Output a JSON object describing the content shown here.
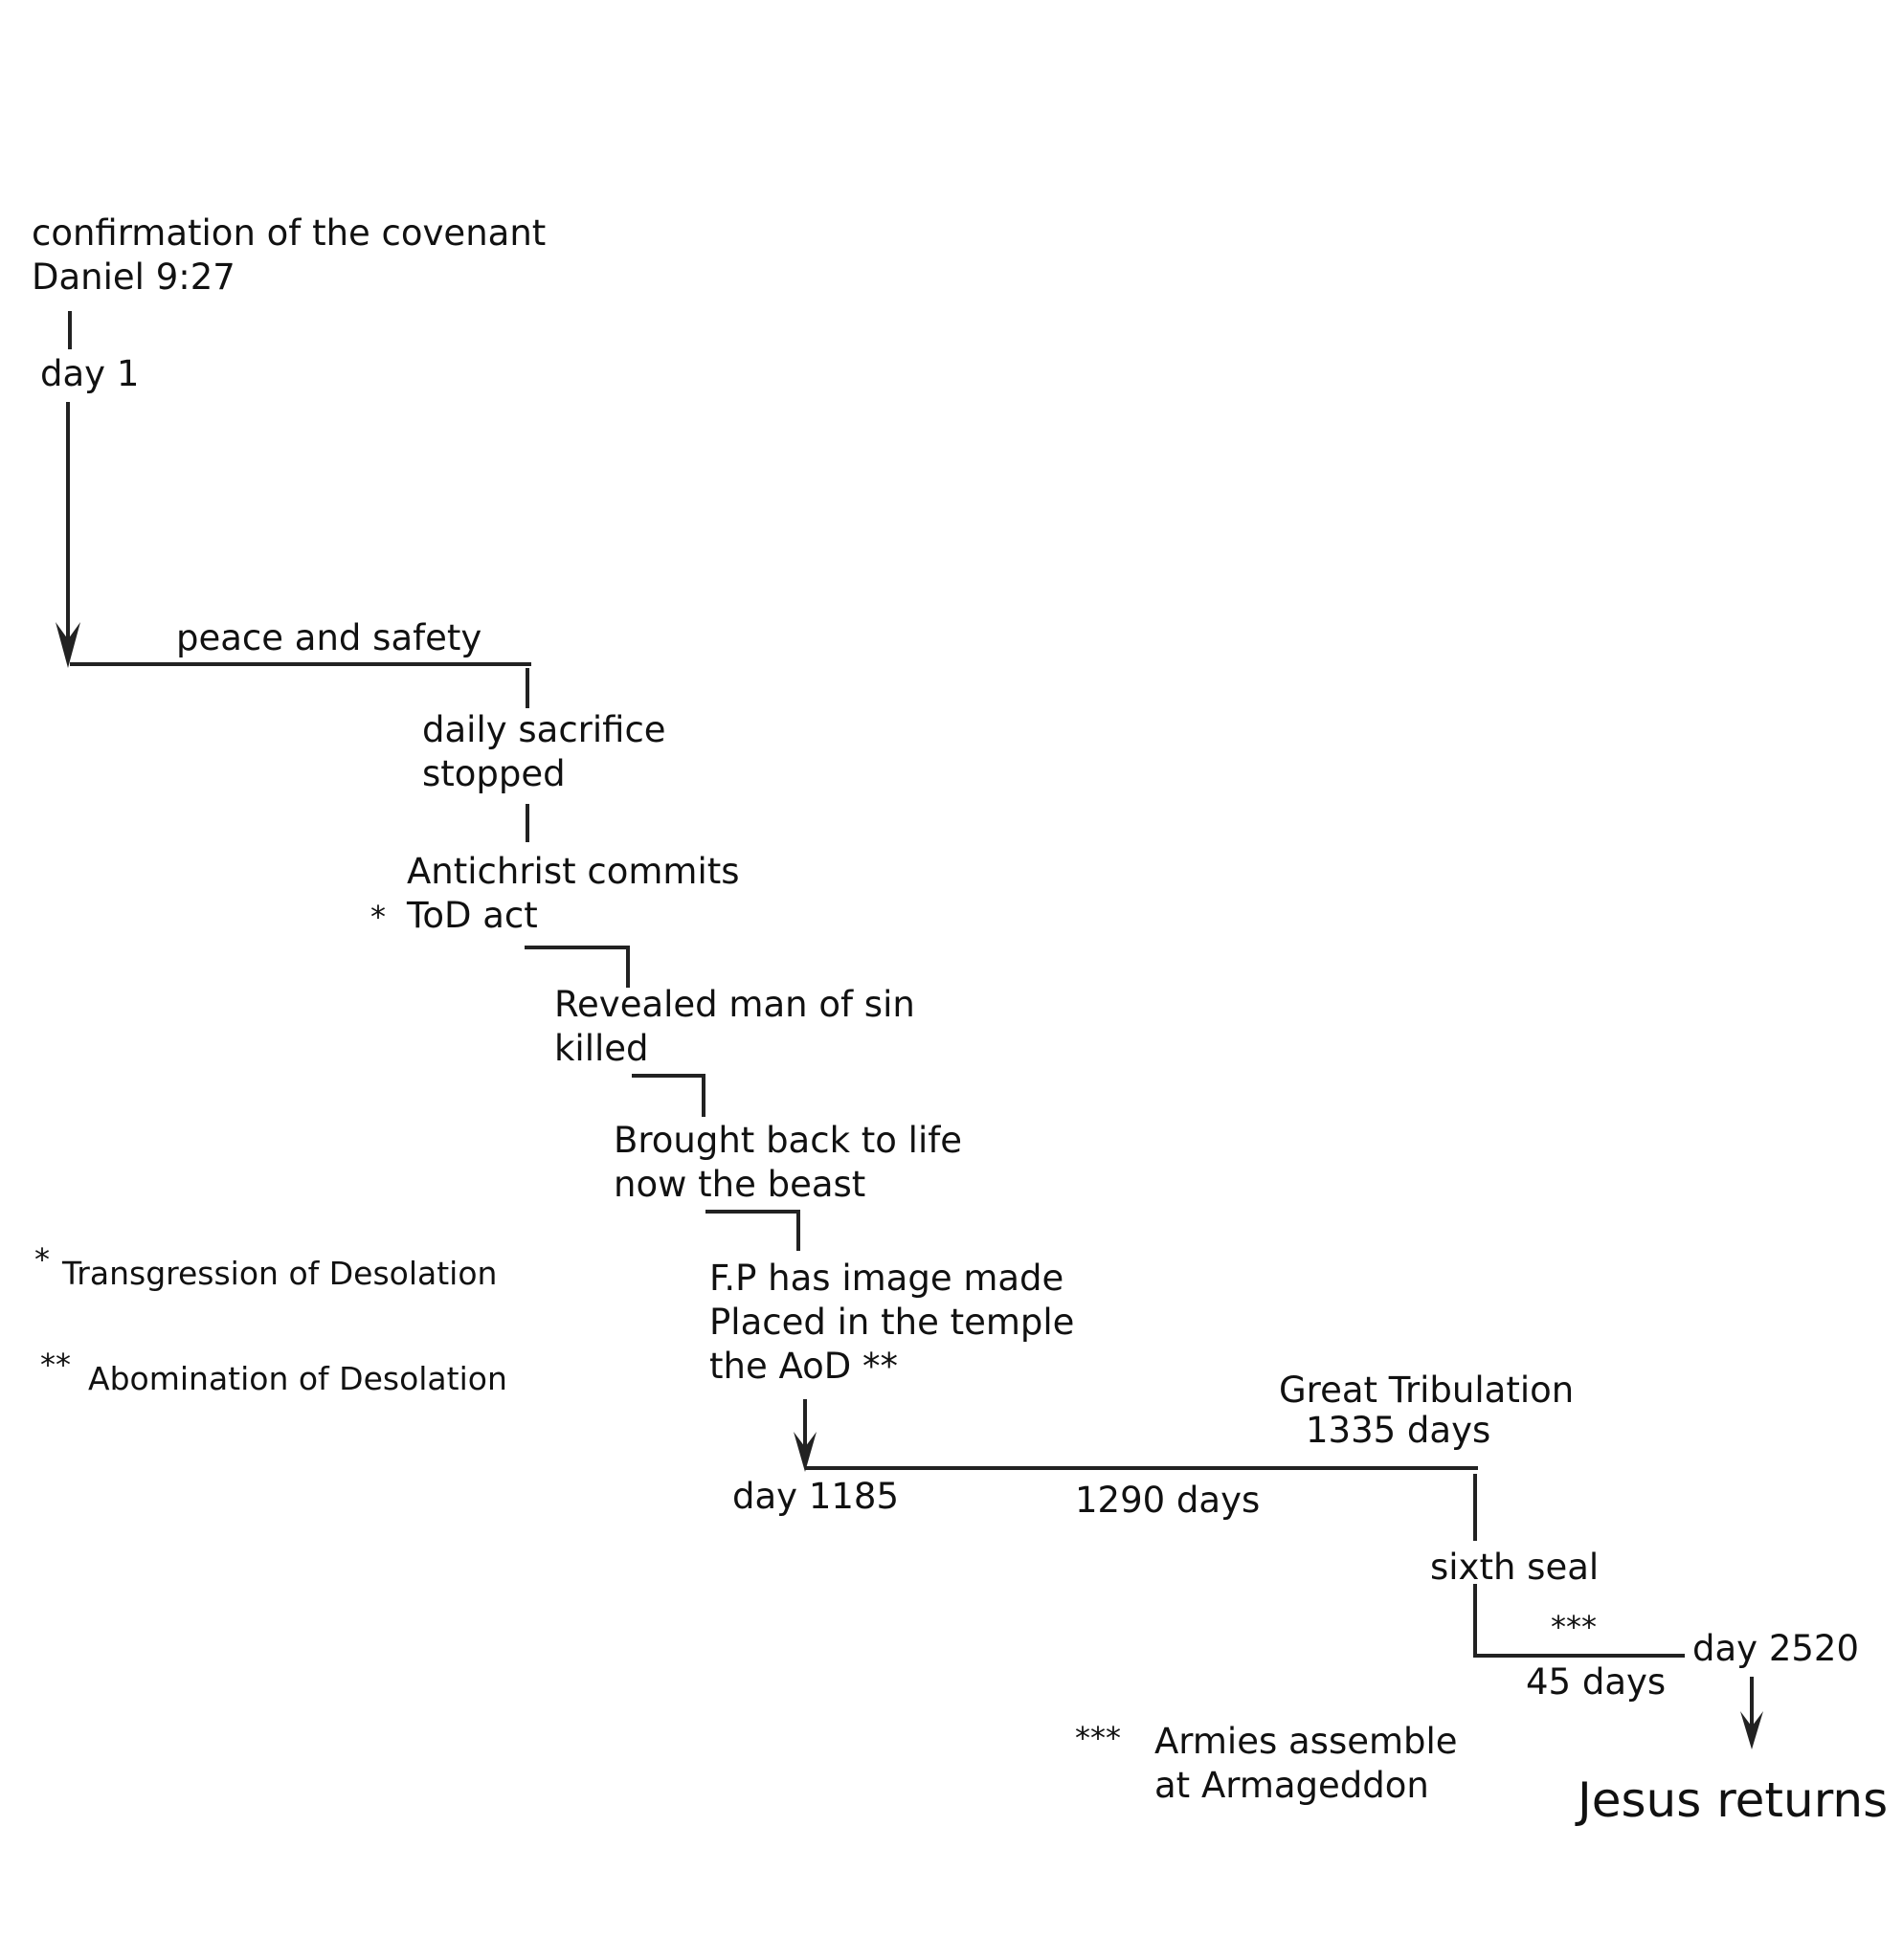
{
  "colors": {
    "ink": "#222222",
    "background": "#ffffff"
  },
  "start": {
    "line1": "confirmation of the covenant",
    "line2": "Daniel 9:27",
    "day_label": "day 1"
  },
  "peace": "peace and safety",
  "sacrifice": {
    "line1": "daily sacrifice",
    "line2": "stopped"
  },
  "antichrist": {
    "line1": "Antichrist commits",
    "line2": "ToD act",
    "marker": "*"
  },
  "revealed": {
    "line1": "Revealed man of sin",
    "line2": "killed"
  },
  "brought": {
    "line1": "Brought back to life",
    "line2": "now the beast"
  },
  "fp": {
    "line1": "F.P has image made",
    "line2": "Placed in the temple",
    "line3": "the AoD **"
  },
  "footnotes": [
    {
      "marker": "*",
      "text": "Transgression of Desolation"
    },
    {
      "marker": "**",
      "text": "Abomination of Desolation"
    },
    {
      "marker": "***",
      "line1": "Armies assemble",
      "line2": "at Armageddon"
    }
  ],
  "tribulation": {
    "line1": "Great Tribulation",
    "line2": "1335 days"
  },
  "day1185": "day 1185",
  "days1290": "1290 days",
  "sixth_seal": "sixth seal",
  "triple_star": "***",
  "days45": "45 days",
  "day2520": "day 2520",
  "jesus": "Jesus returns"
}
